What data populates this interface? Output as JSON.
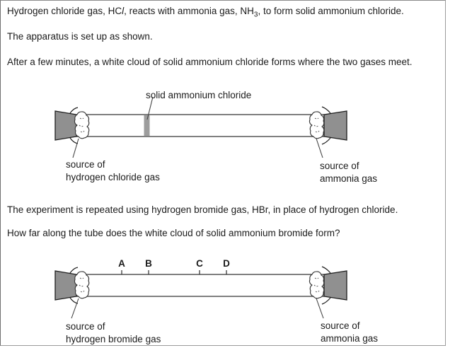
{
  "intro": {
    "line1": {
      "segments": [
        {
          "text": "Hydrogen chloride gas, HC"
        },
        {
          "text": "l"
        },
        {
          "text": ", reacts with ammonia gas, NH"
        },
        {
          "text": "3"
        },
        {
          "text": ", to form solid ammonium chloride."
        }
      ]
    },
    "line2": "The apparatus is set up as shown.",
    "line3": "After a few minutes, a white cloud of solid ammonium chloride forms where the two gases meet."
  },
  "diagram1": {
    "band_label": "solid ammonium chloride",
    "left_source": {
      "line1": "source of",
      "line2": "hydrogen chloride gas"
    },
    "right_source": {
      "line1": "source of",
      "line2": "ammonia gas"
    }
  },
  "middle": {
    "line1": "The experiment is repeated using hydrogen bromide gas, HBr, in place of hydrogen chloride.",
    "line2": "How far along the tube does the white cloud of solid ammonium bromide form?"
  },
  "diagram2": {
    "markers": [
      "A",
      "B",
      "C",
      "D"
    ],
    "left_source": {
      "line1": "source of",
      "line2": "hydrogen bromide gas"
    },
    "right_source": {
      "line1": "source of",
      "line2": "ammonia gas"
    }
  },
  "colors": {
    "bung": "#909090",
    "band": "#9d9d9d",
    "outline": "#2b2b2b"
  }
}
